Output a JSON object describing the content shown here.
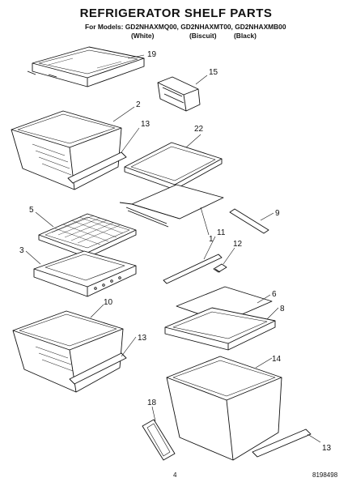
{
  "header": {
    "title": "REFRIGERATOR SHELF PARTS",
    "models_line": "For Models: GD2NHAXMQ00, GD2NHAXMT00, GD2NHAXMB00",
    "variants": [
      "(White)",
      "(Biscuit)",
      "(Black)"
    ]
  },
  "callouts": [
    "19",
    "15",
    "2",
    "13",
    "22",
    "5",
    "9",
    "1",
    "11",
    "12",
    "3",
    "6",
    "8",
    "10",
    "13",
    "14",
    "18",
    "13"
  ],
  "footer": {
    "page_number": "4",
    "doc_number": "8198498"
  }
}
